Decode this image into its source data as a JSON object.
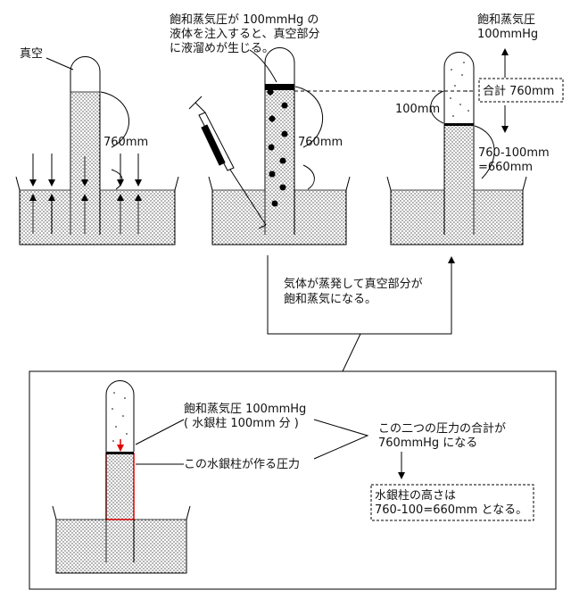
{
  "panel1": {
    "vacuum_label": "真空",
    "height_label": "760mm"
  },
  "panel2": {
    "note_lines": [
      "飽和蒸気圧が 100mmHg の",
      "液体を注入すると、真空部分",
      "に液溜めが生じる。"
    ],
    "height_label": "760mm"
  },
  "panel3": {
    "vapor_lines": [
      "飽和蒸気圧",
      "100mmHg"
    ],
    "total_label": "合計 760mm",
    "vapor_height_label": "100mm",
    "column_lines": [
      "760-100mm",
      "=660mm"
    ]
  },
  "transition": {
    "lines": [
      "気体が蒸発して真空部分が",
      "飽和蒸気になる。"
    ]
  },
  "detail": {
    "vapor_lines": [
      "飽和蒸気圧 100mmHg",
      "( 水銀柱 100mm 分 )"
    ],
    "column_label": "この水銀柱が作る圧力",
    "sum_lines": [
      "この二つの圧力の合計が",
      "760mmHg になる"
    ],
    "result_lines": [
      "水銀柱の高さは",
      "760-100=660mm となる。"
    ]
  },
  "colors": {
    "mercury_dots": "#000000",
    "highlight": "#e00000"
  }
}
